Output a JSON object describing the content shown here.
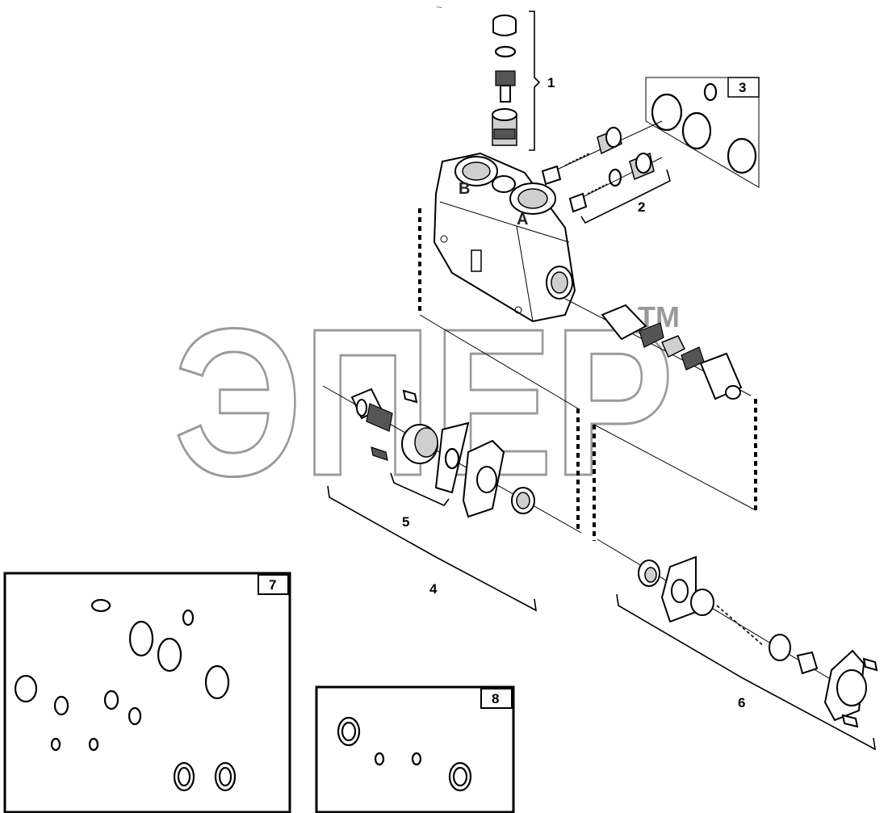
{
  "watermark": {
    "text": "ЭПЕР",
    "trademark": "TM"
  },
  "callouts": [
    {
      "id": "1",
      "label": "1"
    },
    {
      "id": "2",
      "label": "2"
    },
    {
      "id": "3",
      "label": "3"
    },
    {
      "id": "4",
      "label": "4"
    },
    {
      "id": "5",
      "label": "5"
    },
    {
      "id": "6",
      "label": "6"
    },
    {
      "id": "7",
      "label": "7"
    },
    {
      "id": "8",
      "label": "8"
    }
  ],
  "port_letters": {
    "b": "B",
    "a": "A"
  },
  "header_mark": "~"
}
